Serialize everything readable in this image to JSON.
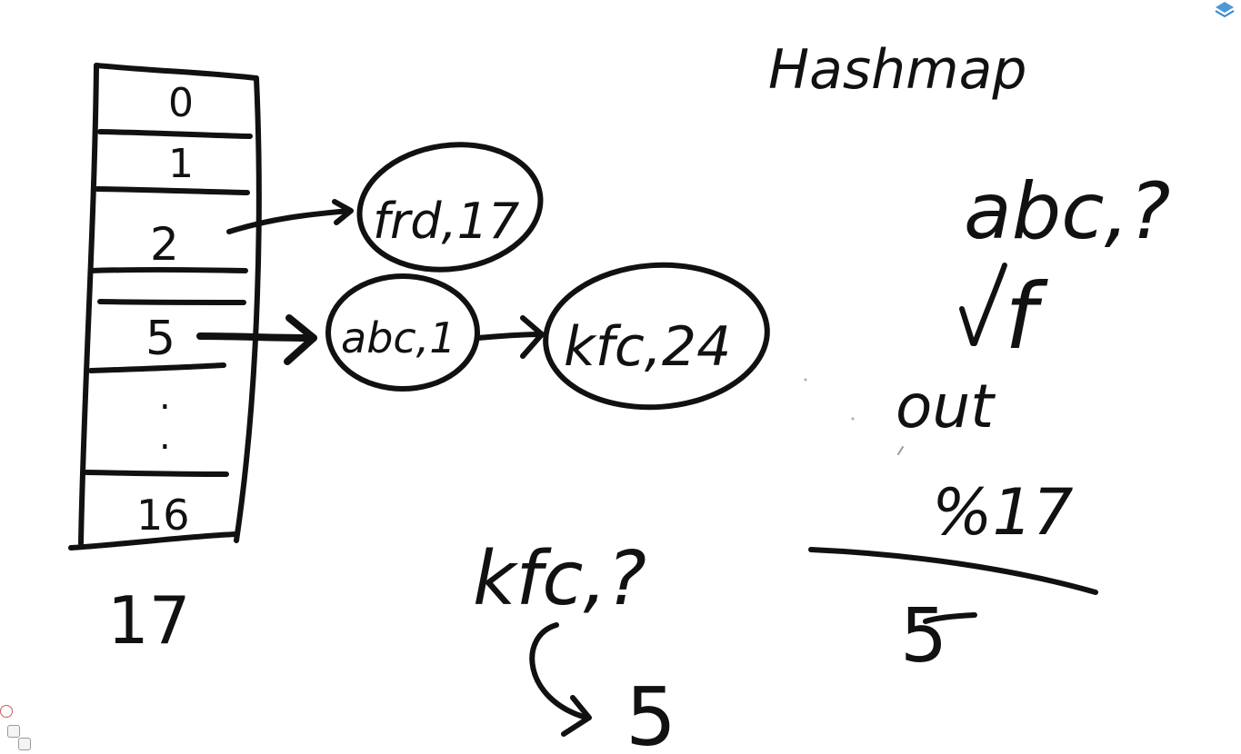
{
  "title": "Hashmap",
  "table": {
    "slots": [
      {
        "label": "0"
      },
      {
        "label": "1"
      },
      {
        "label": "2"
      },
      {
        "label": "5"
      },
      {
        "label": "."
      },
      {
        "label": "."
      },
      {
        "label": "16"
      }
    ],
    "size_label": "17"
  },
  "nodes": {
    "slot2": [
      "frd,17"
    ],
    "slot5": [
      "abc,1",
      "kfc,24"
    ]
  },
  "query_kfc": {
    "key": "kfc,?",
    "result": "5"
  },
  "query_abc": {
    "key": "abc,?",
    "function": "f",
    "output": "out",
    "mod": "%17",
    "result": "5"
  },
  "icons": {
    "top_right": "dropbox-icon",
    "bottom_left": "toolbar-icons"
  },
  "colors": {
    "ink": "#111111",
    "background": "#ffffff",
    "accent": "#2f86d1"
  }
}
